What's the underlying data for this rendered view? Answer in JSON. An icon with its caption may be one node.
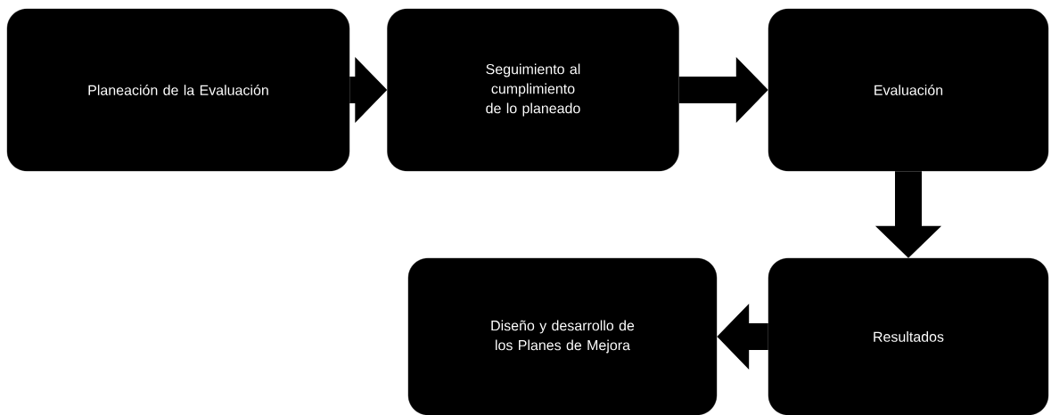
{
  "diagram": {
    "nodes": [
      {
        "text": [
          "Planeación de la Evaluación"
        ]
      },
      {
        "text": [
          "Seguimiento al cumplimiento de lo planeado"
        ]
      },
      {
        "text": [
          "Evaluación"
        ]
      },
      {
        "text": [
          "Resultados"
        ]
      },
      {
        "text": [
          "Diseño y desarrollo de los Planes de Mejora"
        ]
      }
    ],
    "edges": [
      {
        "from": 0,
        "to": 1,
        "arrow": "to"
      },
      {
        "from": 1,
        "to": 2,
        "arrow": "to"
      },
      {
        "from": 2,
        "to": 3,
        "arrow": "to"
      },
      {
        "from": 3,
        "to": 4,
        "arrow": "to"
      }
    ]
  }
}
